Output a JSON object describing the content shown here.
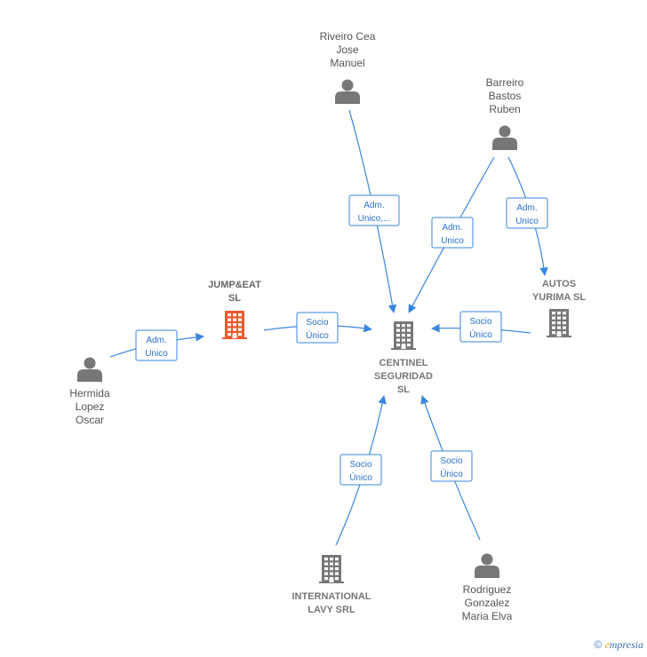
{
  "colors": {
    "edge": "#3a86e0",
    "person_icon": "#777777",
    "company_icon": "#777777",
    "company_highlight": "#ee5a2c"
  },
  "nodes": [
    {
      "id": "riveiro",
      "kind": "person",
      "icon": "person-icon",
      "lines": [
        "Riveiro Cea",
        "Jose",
        "Manuel"
      ]
    },
    {
      "id": "barreiro",
      "kind": "person",
      "icon": "person-icon",
      "lines": [
        "Barreiro",
        "Bastos",
        "Ruben"
      ]
    },
    {
      "id": "jumpeat",
      "kind": "company",
      "icon": "building-icon",
      "highlight": true,
      "lines": [
        "JUMP&EAT",
        "SL"
      ]
    },
    {
      "id": "autos",
      "kind": "company",
      "icon": "building-icon",
      "lines": [
        "AUTOS",
        "YURIMA  SL"
      ]
    },
    {
      "id": "centinel",
      "kind": "company",
      "icon": "building-icon",
      "lines": [
        "CENTINEL",
        "SEGURIDAD",
        "SL"
      ]
    },
    {
      "id": "hermida",
      "kind": "person",
      "icon": "person-icon",
      "lines": [
        "Hermida",
        "Lopez",
        "Oscar"
      ]
    },
    {
      "id": "international",
      "kind": "company",
      "icon": "building-icon",
      "lines": [
        "INTERNATIONAL",
        "LAVY SRL"
      ]
    },
    {
      "id": "rodriguez",
      "kind": "person",
      "icon": "person-icon",
      "lines": [
        "Rodriguez",
        "Gonzalez",
        "Maria Elva"
      ]
    }
  ],
  "edges": [
    {
      "id": "e1",
      "from": "riveiro",
      "to": "centinel",
      "label": [
        "Adm.",
        "Unico,..."
      ]
    },
    {
      "id": "e2",
      "from": "barreiro",
      "to": "centinel",
      "label": [
        "Adm.",
        "Unico"
      ]
    },
    {
      "id": "e3",
      "from": "barreiro",
      "to": "autos",
      "label": [
        "Adm.",
        "Unico"
      ]
    },
    {
      "id": "e4",
      "from": "jumpeat",
      "to": "centinel",
      "label": [
        "Socio",
        "Único"
      ]
    },
    {
      "id": "e5",
      "from": "autos",
      "to": "centinel",
      "label": [
        "Socio",
        "Único"
      ]
    },
    {
      "id": "e6",
      "from": "hermida",
      "to": "jumpeat",
      "label": [
        "Adm.",
        "Unico"
      ]
    },
    {
      "id": "e7",
      "from": "international",
      "to": "centinel",
      "label": [
        "Socio",
        "Único"
      ]
    },
    {
      "id": "e8",
      "from": "rodriguez",
      "to": "centinel",
      "label": [
        "Socio",
        "Único"
      ]
    }
  ],
  "footer": {
    "copyright_symbol": "©",
    "brand_initial": "e",
    "brand_rest": "mpresia"
  }
}
